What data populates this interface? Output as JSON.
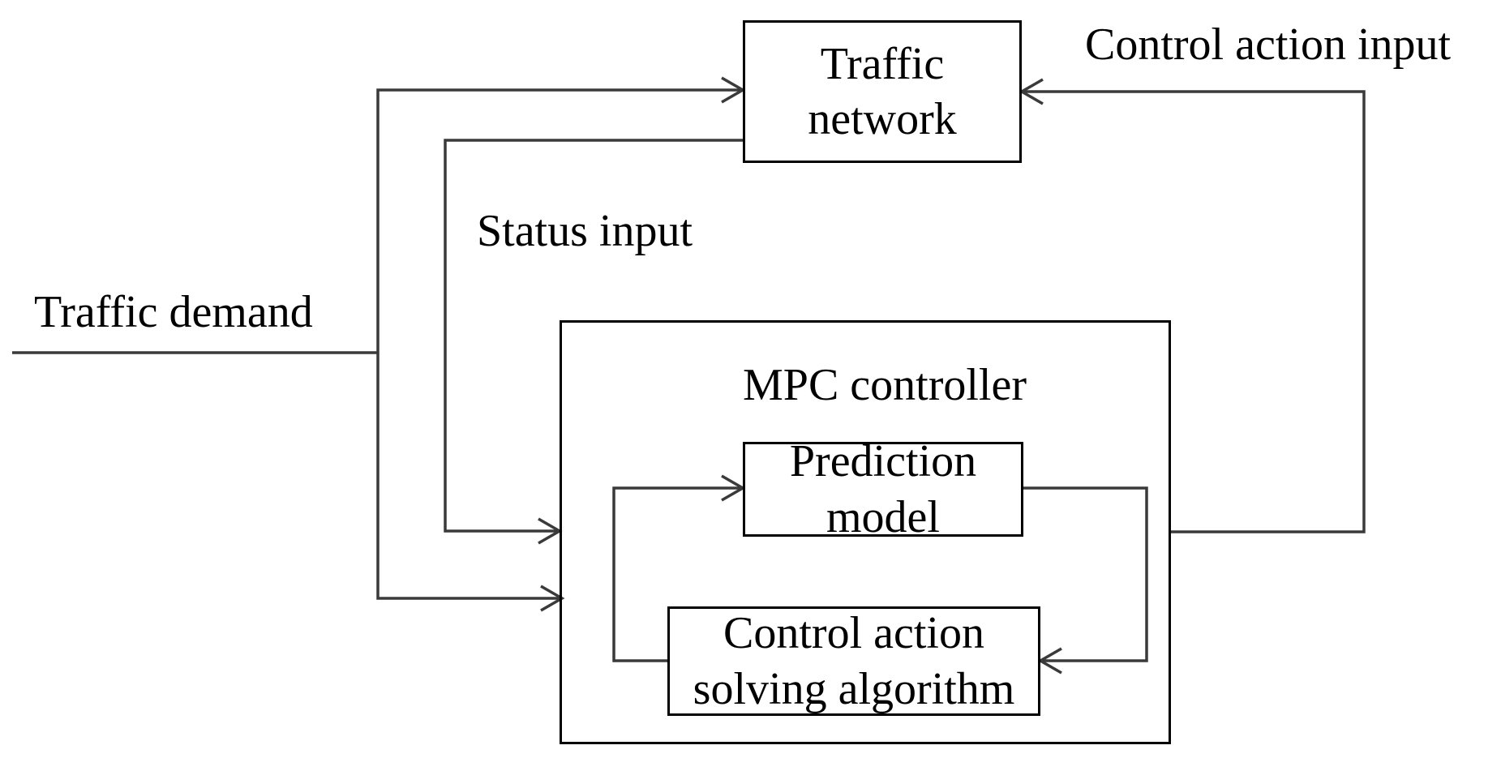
{
  "diagram": {
    "nodes": {
      "traffic_network": {
        "lines": [
          "Traffic",
          "network"
        ]
      },
      "mpc_controller": {
        "title": "MPC controller"
      },
      "prediction_model": {
        "lines": [
          "Prediction",
          "model"
        ]
      },
      "control_action_solver": {
        "lines": [
          "Control action",
          "solving algorithm"
        ]
      }
    },
    "edge_labels": {
      "traffic_demand": "Traffic demand",
      "status_input": "Status input",
      "control_action_input": "Control action input"
    },
    "colors": {
      "background": "#ffffff",
      "box_border": "#000000",
      "connector": "#3a3a3a",
      "text": "#000000"
    }
  }
}
